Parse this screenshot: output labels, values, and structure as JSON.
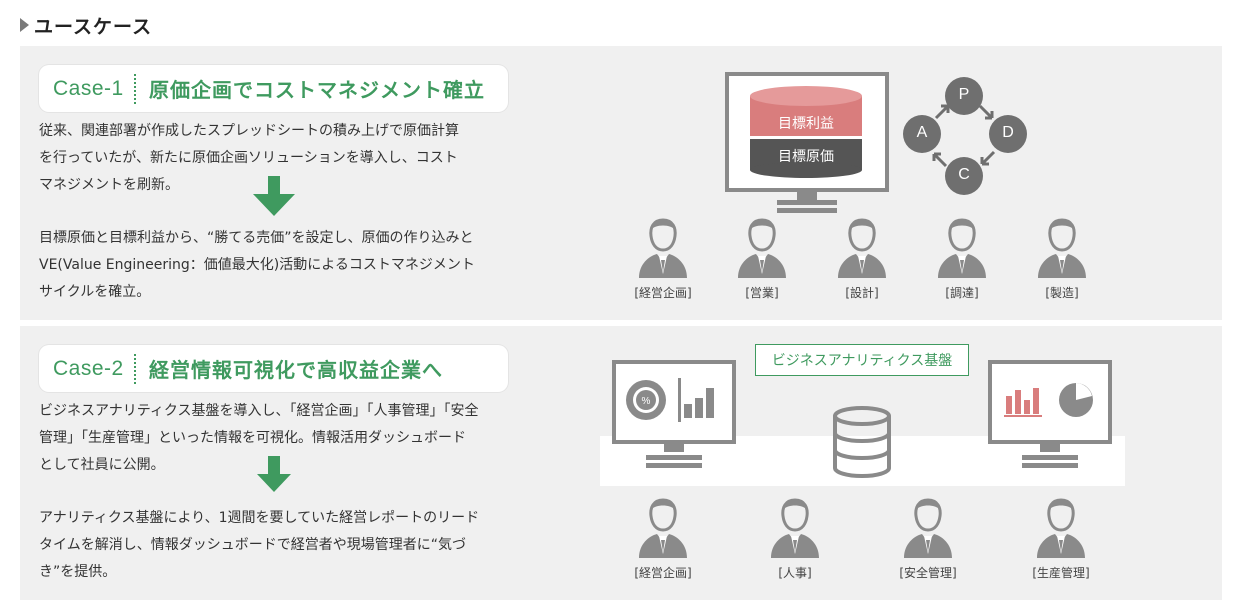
{
  "section": {
    "title": "ユースケース"
  },
  "case1": {
    "number": "Case-1",
    "title": "原価企画でコストマネジメント確立",
    "para1_lines": [
      "従来、関連部署が作成したスプレッドシートの積み上げで原価計算",
      "を行っていたが、新たに原価企画ソリューションを導入し、コスト",
      "マネジメントを刷新。"
    ],
    "para2_lines": [
      "目標原価と目標利益から、“勝てる売価”を設定し、原価の作り込みと",
      "VE(Value Engineering：価値最大化)活動によるコストマネジメント",
      "サイクルを確立。"
    ],
    "db_top_label": "目標利益",
    "db_bottom_label": "目標原価",
    "cycle": {
      "p": "P",
      "d": "D",
      "c": "C",
      "a": "A"
    },
    "people": [
      "[経営企画]",
      "[営業]",
      "[設計]",
      "[調達]",
      "[製造]"
    ]
  },
  "case2": {
    "number": "Case-2",
    "title": "経営情報可視化で高収益企業へ",
    "para1_lines": [
      "ビジネスアナリティクス基盤を導入し、「経営企画」「人事管理」「安全",
      "管理」「生産管理」といった情報を可視化。情報活用ダッシュボード",
      "として社員に公開。"
    ],
    "para2_lines": [
      "アナリティクス基盤により、1週間を要していた経営レポートのリード",
      "タイムを解消し、情報ダッシュボードで経営者や現場管理者に“気づ",
      "き”を提供。"
    ],
    "platform_label": "ビジネスアナリティクス基盤",
    "people": [
      "[経営企画]",
      "[人事]",
      "[安全管理]",
      "[生産管理]"
    ]
  },
  "colors": {
    "accent_green": "#3f9a5f",
    "panel_bg": "#f0f0f0",
    "icon_gray": "#6f6f6f",
    "profit_pink": "#d97d7d",
    "cost_dark": "#555555"
  }
}
